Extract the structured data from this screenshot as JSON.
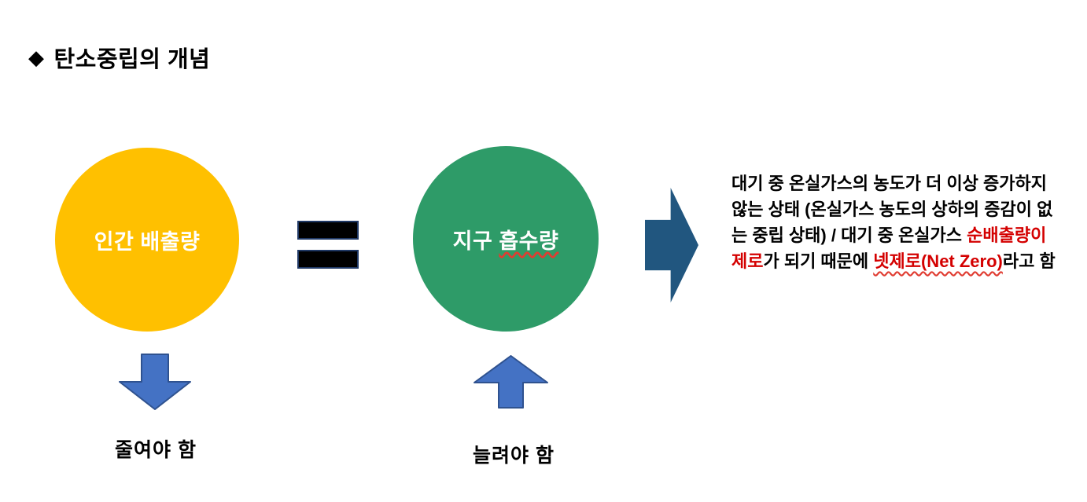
{
  "header": {
    "bullet": "◆",
    "title": "탄소중립의 개념"
  },
  "diagram": {
    "left_circle": {
      "label": "인간 배출량",
      "color": "#FFC000"
    },
    "equals_sign": {
      "meaning": "equals",
      "color": "#000000",
      "outline_color": "#1F3864"
    },
    "right_circle": {
      "label_prefix": "지구 ",
      "label_underlined": "흡수량",
      "color": "#2E9B68"
    },
    "result_arrow": {
      "direction": "right",
      "color": "#21567F"
    },
    "reduce_arrow": {
      "direction": "down",
      "fill": "#4472C4",
      "stroke": "#2F528F"
    },
    "increase_arrow": {
      "direction": "up",
      "fill": "#4472C4",
      "stroke": "#2F528F"
    },
    "left_caption": "줄여야 함",
    "right_caption": "늘려야 함"
  },
  "description": {
    "red_color": "#D40000",
    "segments": [
      {
        "text": "대기 중 온실가스의 농도가 더 이상 증가하지 않는 상태 (온실가스 농도의 상하의 증감이 없는 중립 상태) / 대기 중 온실가스 ",
        "color": "black"
      },
      {
        "text": "순배출량이 제로",
        "color": "red"
      },
      {
        "text": "가 되기 때문에 ",
        "color": "black"
      },
      {
        "text": "넷제로(Net Zero)",
        "color": "red",
        "underline": "wavy"
      },
      {
        "text": "라고 함",
        "color": "black"
      }
    ]
  }
}
